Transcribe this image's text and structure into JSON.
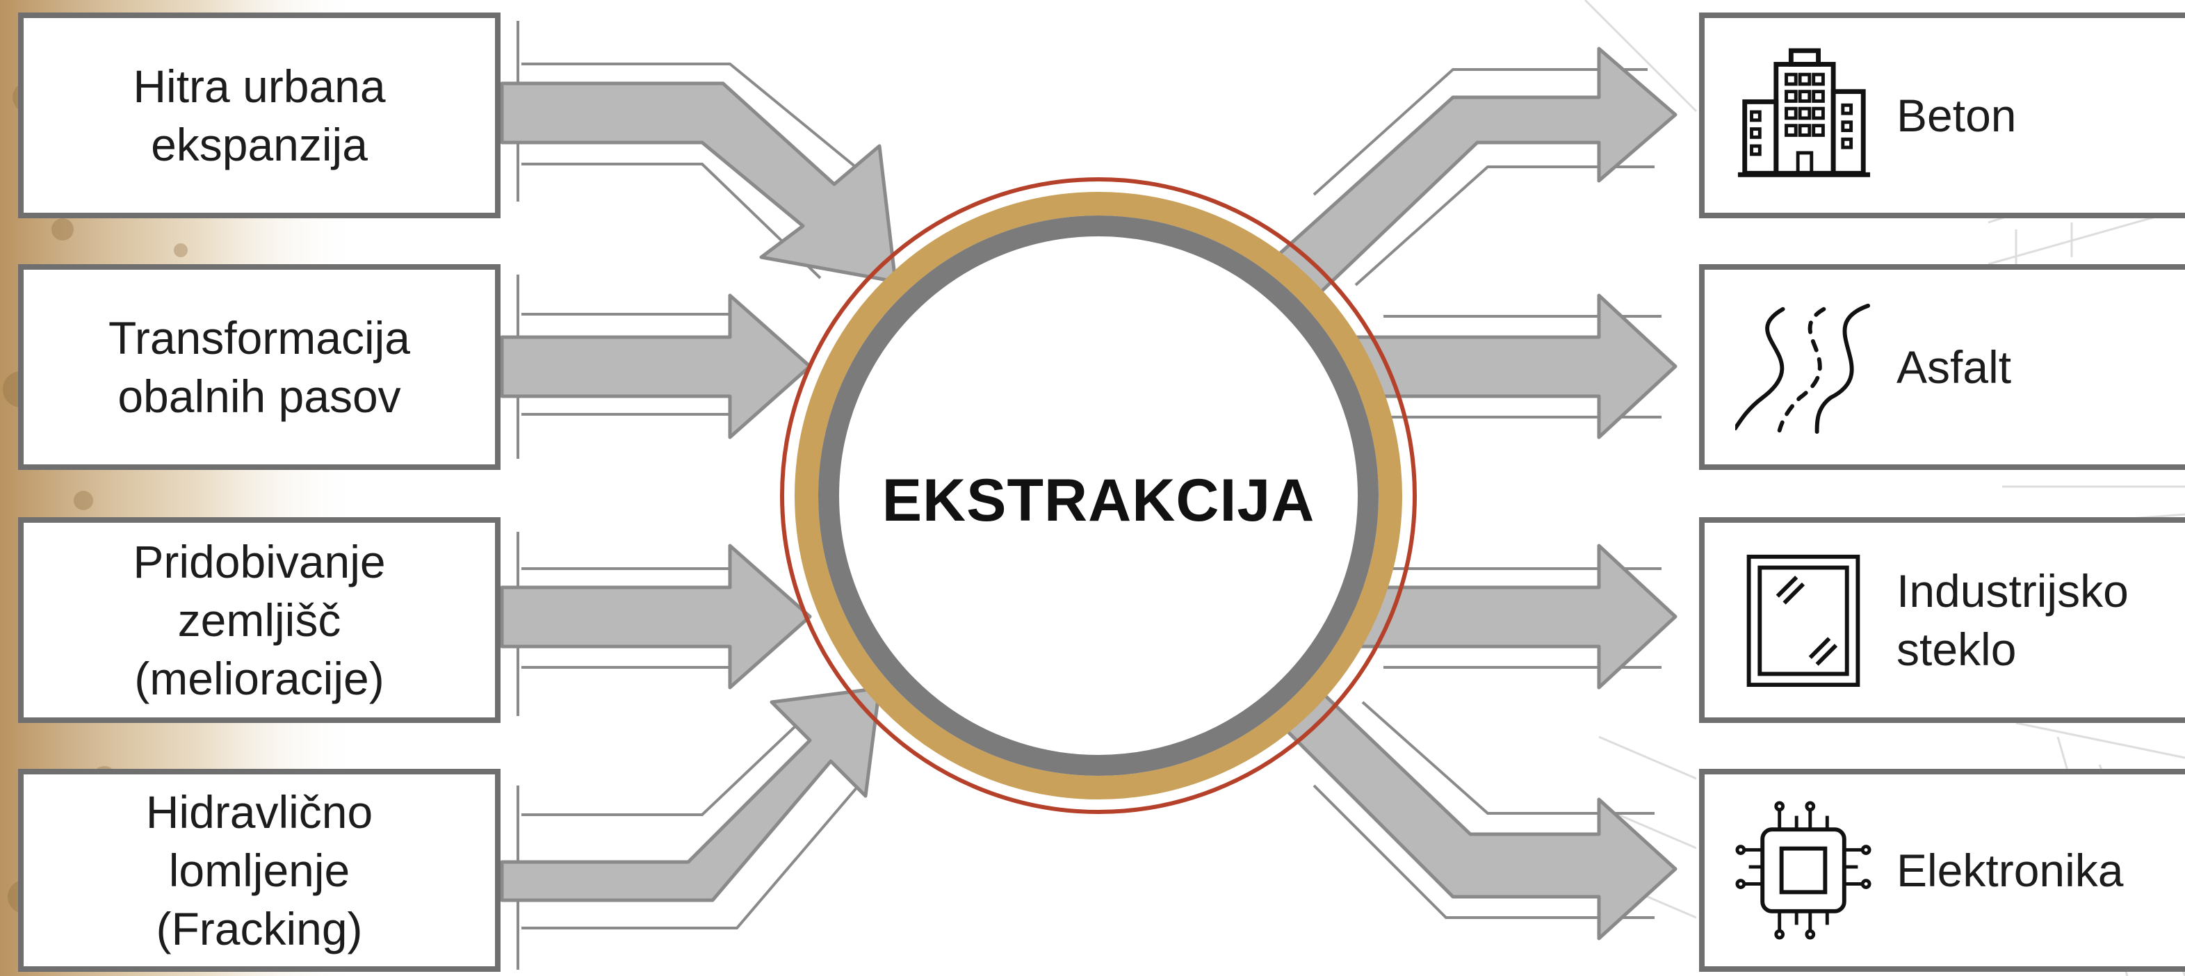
{
  "center": {
    "label": "EKSTRAKCIJA"
  },
  "inputs": [
    {
      "label": "Hitra urbana\nekspanzija"
    },
    {
      "label": "Transformacija\nobalnih pasov"
    },
    {
      "label": "Pridobivanje\nzemljišč\n(melioracije)"
    },
    {
      "label": "Hidravlično\nlomljenje\n(Fracking)"
    }
  ],
  "outputs": [
    {
      "label": "Beton",
      "icon": "building-icon"
    },
    {
      "label": "Asfalt",
      "icon": "road-icon"
    },
    {
      "label": "Industrijsko\nsteklo",
      "icon": "glass-pane-icon"
    },
    {
      "label": "Elektronika",
      "icon": "microchip-icon"
    }
  ],
  "colors": {
    "arrow_fill": "#b9b9b9",
    "arrow_stroke": "#8a8a8a",
    "box_border": "#6f6f6f",
    "ring_gold": "#c9a15a",
    "ring_gray": "#7b7b7b",
    "ring_red": "#b5412a"
  }
}
